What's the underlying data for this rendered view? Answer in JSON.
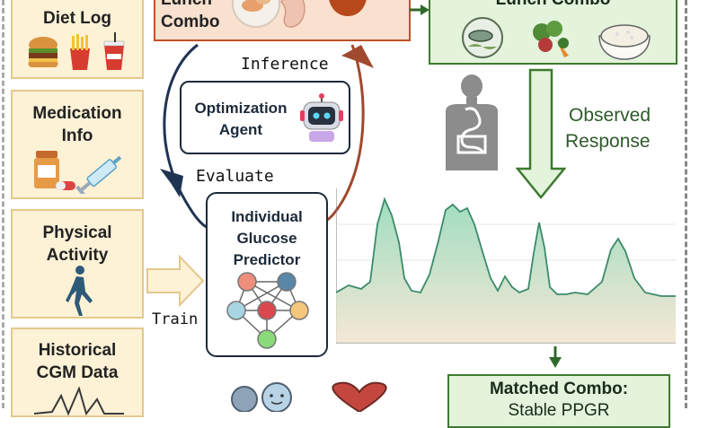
{
  "inputs": {
    "diet_log": "Diet Log",
    "medication_line1": "Medication",
    "medication_line2": "Info",
    "activity_line1": "Physical",
    "activity_line2": "Activity",
    "cgm_line1": "Historical",
    "cgm_line2": "CGM Data"
  },
  "lunch_input": {
    "line1": "Lunch",
    "line2": "Combo"
  },
  "agent": {
    "line1": "Optimization",
    "line2": "Agent"
  },
  "predictor": {
    "line1": "Individual",
    "line2": "Glucose",
    "line3": "Predictor"
  },
  "labels": {
    "inference": "Inference",
    "evaluate": "Evaluate",
    "train": "Train"
  },
  "output_box": {
    "title": "Lunch Combo"
  },
  "observed": {
    "line1": "Observed",
    "line2": "Response"
  },
  "matched": {
    "line1": "Matched Combo:",
    "line2": "Stable PPGR"
  },
  "colors": {
    "input_fill": "#fdf1d6",
    "input_border": "#e3c98b",
    "lunch_fill": "#f9e0cf",
    "lunch_border": "#c0502a",
    "green_fill": "#e3f3dc",
    "green_border": "#3d7a2f",
    "navy": "#1c2a3a",
    "curve_fill": "#bfe6d0",
    "curve_line": "#3c8a6a",
    "arrow_red": "#a0492e",
    "arrow_navy": "#1f3452"
  }
}
